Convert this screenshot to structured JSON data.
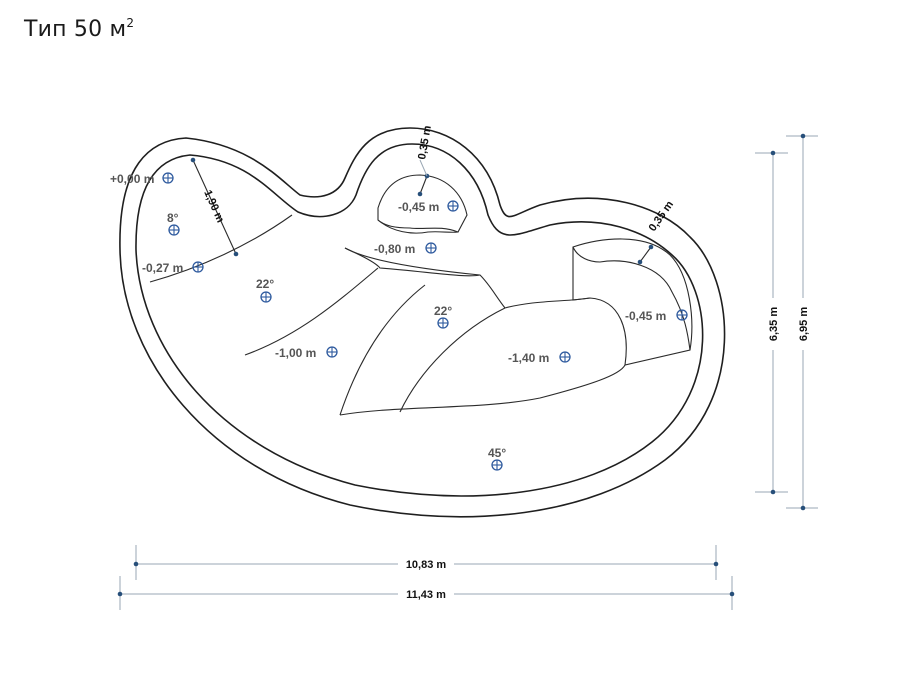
{
  "title": {
    "text": "Тип 50 м",
    "superscript": "2"
  },
  "depth_markers": [
    {
      "label": "+0,00 m"
    },
    {
      "label": "-0,27 m"
    },
    {
      "label": "-0,45 m"
    },
    {
      "label": "-0,80 m"
    },
    {
      "label": "-1,00 m"
    },
    {
      "label": "-1,40 m"
    },
    {
      "label": "-0,45 m"
    }
  ],
  "slope_markers": [
    {
      "label": "8°"
    },
    {
      "label": "22°"
    },
    {
      "label": "22°"
    },
    {
      "label": "45°"
    }
  ],
  "dimensions": {
    "width_inner": "10,83 m",
    "width_outer": "11,43 m",
    "height_inner": "6,35 m",
    "height_outer": "6,95 m",
    "step_width": "1,90 m",
    "wall_top": "0,35 m",
    "wall_right": "0,35 m"
  },
  "colors": {
    "outline": "#1f1f1f",
    "marker": "#2e5a9e",
    "dimension_line": "#9aa7b4"
  }
}
